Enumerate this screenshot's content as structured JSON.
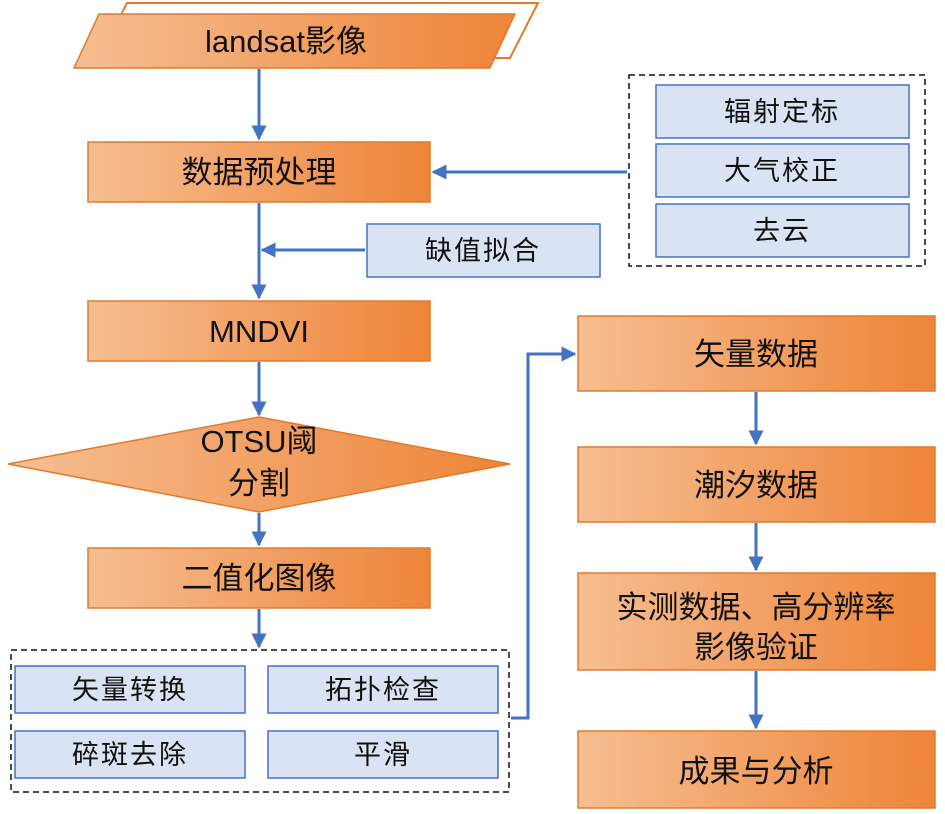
{
  "nodes": {
    "landsat": "landsat影像",
    "preprocess": "数据预处理",
    "mndvi": "MNDVI",
    "otsu_line1": "OTSU阈",
    "otsu_line2": "分割",
    "binary": "二值化图像",
    "vector_data": "矢量数据",
    "tide_data": "潮汐数据",
    "validation_line1": "实测数据、高分辨率",
    "validation_line2": "影像验证",
    "results": "成果与分析"
  },
  "preprocess_steps": [
    "辐射定标",
    "大气校正",
    "去云"
  ],
  "gap_fill": "缺值拟合",
  "post_steps": [
    "矢量转换",
    "拓扑检查",
    "碎斑去除",
    "平滑"
  ],
  "colors": {
    "orange_light": "#F6B98A",
    "orange_dark": "#EE8A3C",
    "blue_fill": "#DAE3F3",
    "blue_stroke": "#4472C4",
    "arrow": "#4472C4"
  }
}
